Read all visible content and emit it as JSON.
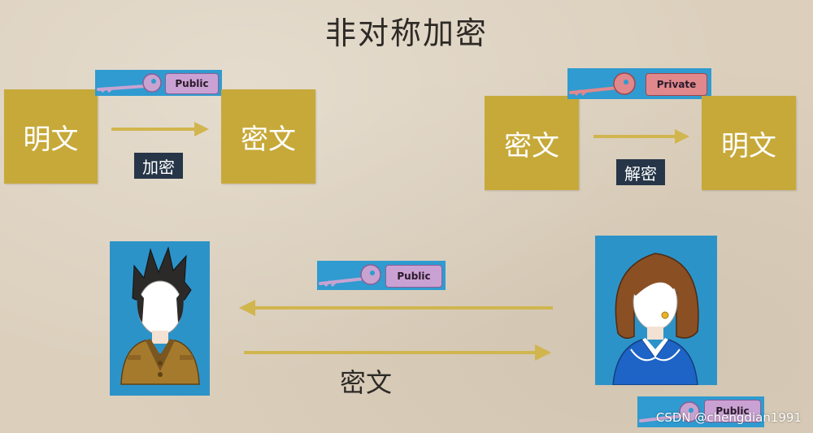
{
  "title": "非对称加密",
  "top_left": {
    "plaintext": "明文",
    "ciphertext": "密文",
    "operation": "加密",
    "key_tag": "Public"
  },
  "top_right": {
    "ciphertext": "密文",
    "plaintext": "明文",
    "operation": "解密",
    "key_tag": "Private"
  },
  "bottom": {
    "key_tag": "Public",
    "ciphertext": "密文",
    "corner_key_tag": "Public"
  },
  "watermark": "CSDN @chengdian1991",
  "colors": {
    "box_gold": "#c7a93a",
    "arrow_gold": "#d1b54e",
    "label_navy": "#263648",
    "key_blue": "#2f9bd0",
    "public_tag": "#c9a2d3",
    "private_tag": "#e0888c"
  }
}
